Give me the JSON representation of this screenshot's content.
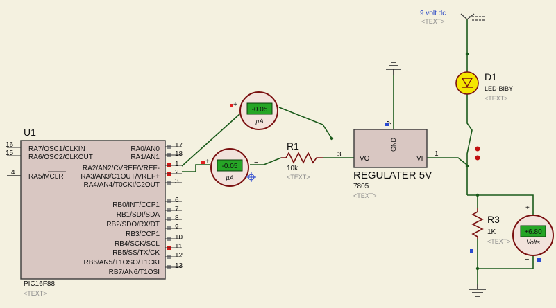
{
  "u1": {
    "ref": "U1",
    "part": "PIC16F88",
    "placeholder": "<TEXT>",
    "left_pins": [
      {
        "num": "16",
        "name": "RA7/OSC1/CLKIN"
      },
      {
        "num": "15",
        "name": "RA6/OSC2/CLKOUT"
      },
      {
        "num": "4",
        "name": "RA5/MCLR"
      }
    ],
    "right_pins": [
      {
        "num": "17",
        "name": "RA0/AN0"
      },
      {
        "num": "18",
        "name": "RA1/AN1"
      },
      {
        "num": "1",
        "name": "RA2/AN2/CVREF/VREF-"
      },
      {
        "num": "2",
        "name": "RA3/AN3/C1OUT/VREF+"
      },
      {
        "num": "3",
        "name": "RA4/AN4/T0CKI/C2OUT"
      },
      {
        "num": "6",
        "name": "RB0/INT/CCP1"
      },
      {
        "num": "7",
        "name": "RB1/SDI/SDA"
      },
      {
        "num": "8",
        "name": "RB2/SDO/RX/DT"
      },
      {
        "num": "9",
        "name": "RB3/CCP1"
      },
      {
        "num": "10",
        "name": "RB4/SCK/SCL"
      },
      {
        "num": "11",
        "name": "RB5/SS/TX/CK"
      },
      {
        "num": "12",
        "name": "RB6/AN5/T1OSO/T1CKI"
      },
      {
        "num": "13",
        "name": "RB7/AN6/T1OSI"
      }
    ]
  },
  "ammeter_top": {
    "reading": "-0.05",
    "unit": "µA",
    "plus": "+",
    "minus": "−"
  },
  "ammeter_bottom": {
    "reading": "-0.05",
    "unit": "µA",
    "plus": "+",
    "minus": "−"
  },
  "r1": {
    "ref": "R1",
    "value": "10k",
    "placeholder": "<TEXT>"
  },
  "regulator": {
    "name": "REGULATER 5V",
    "part": "7805",
    "placeholder": "<TEXT>",
    "vo_label": "VO",
    "vi_label": "VI",
    "gnd_label": "GND",
    "pin_vo": "3",
    "pin_vi": "1",
    "pin_gnd": "2"
  },
  "supply": {
    "label": "9 volt dc",
    "placeholder": "<TEXT>"
  },
  "d1": {
    "ref": "D1",
    "part": "LED-BIBY",
    "placeholder": "<TEXT>"
  },
  "r3": {
    "ref": "R3",
    "value": "1K",
    "placeholder": "<TEXT>"
  },
  "voltmeter": {
    "reading": "+6.80",
    "unit": "Volts",
    "plus": "+",
    "minus": "−"
  }
}
